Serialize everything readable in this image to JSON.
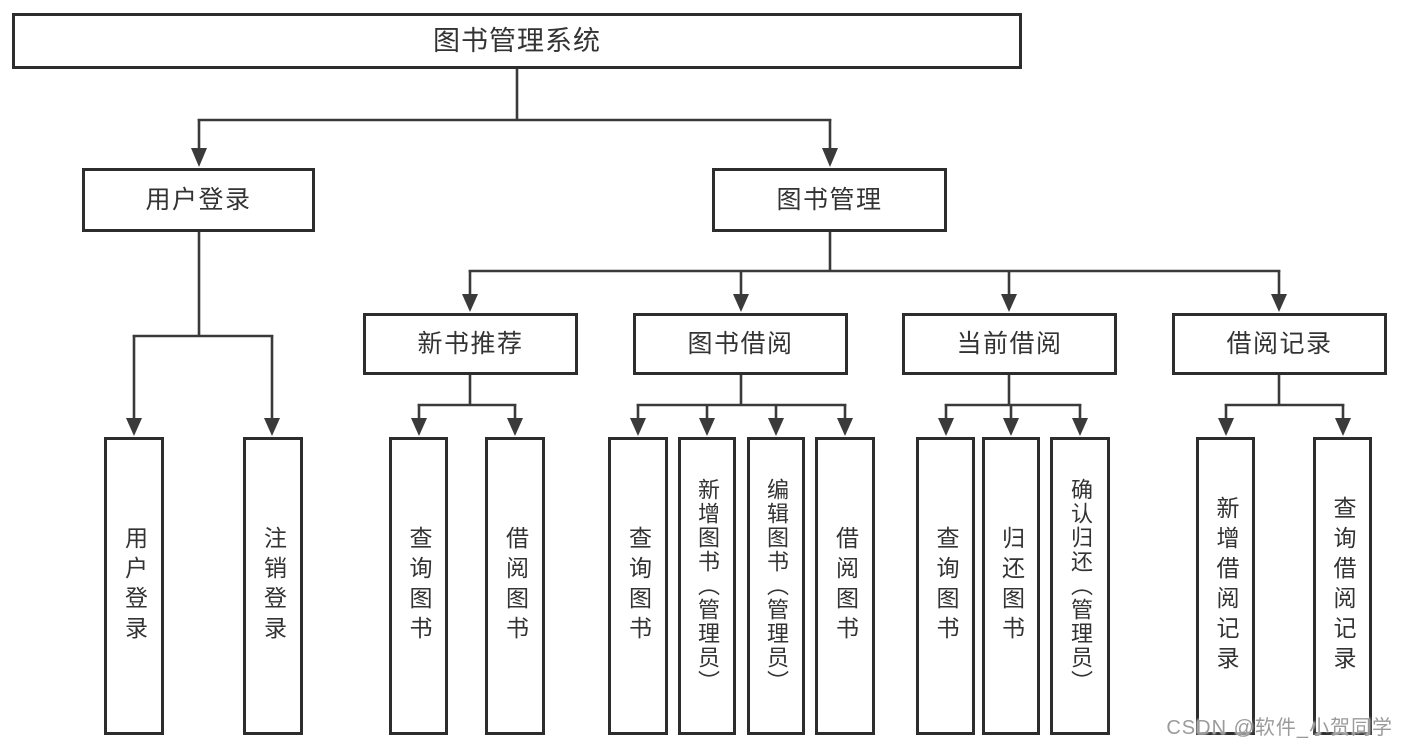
{
  "watermark": "CSDN @软件_小贺同学",
  "colors": {
    "line": "#3a3a3a",
    "border": "#2d2d2d",
    "text": "#333333",
    "watermark": "#9b9b9b",
    "background": "#ffffff"
  },
  "diagram": {
    "type": "hierarchy-tree",
    "root": {
      "label": "图书管理系统"
    },
    "branches": [
      {
        "label": "用户登录",
        "children": [
          {
            "label": "用户登录"
          },
          {
            "label": "注销登录"
          }
        ]
      },
      {
        "label": "图书管理",
        "sections": [
          {
            "label": "新书推荐",
            "children": [
              {
                "label": "查询图书"
              },
              {
                "label": "借阅图书"
              }
            ]
          },
          {
            "label": "图书借阅",
            "children": [
              {
                "label": "查询图书"
              },
              {
                "label": "新增图书（管理员）"
              },
              {
                "label": "编辑图书（管理员）"
              },
              {
                "label": "借阅图书"
              }
            ]
          },
          {
            "label": "当前借阅",
            "children": [
              {
                "label": "查询图书"
              },
              {
                "label": "归还图书"
              },
              {
                "label": "确认归还（管理员）"
              }
            ]
          },
          {
            "label": "借阅记录",
            "children": [
              {
                "label": "新增借阅记录"
              },
              {
                "label": "查询借阅记录"
              }
            ]
          }
        ]
      }
    ]
  }
}
